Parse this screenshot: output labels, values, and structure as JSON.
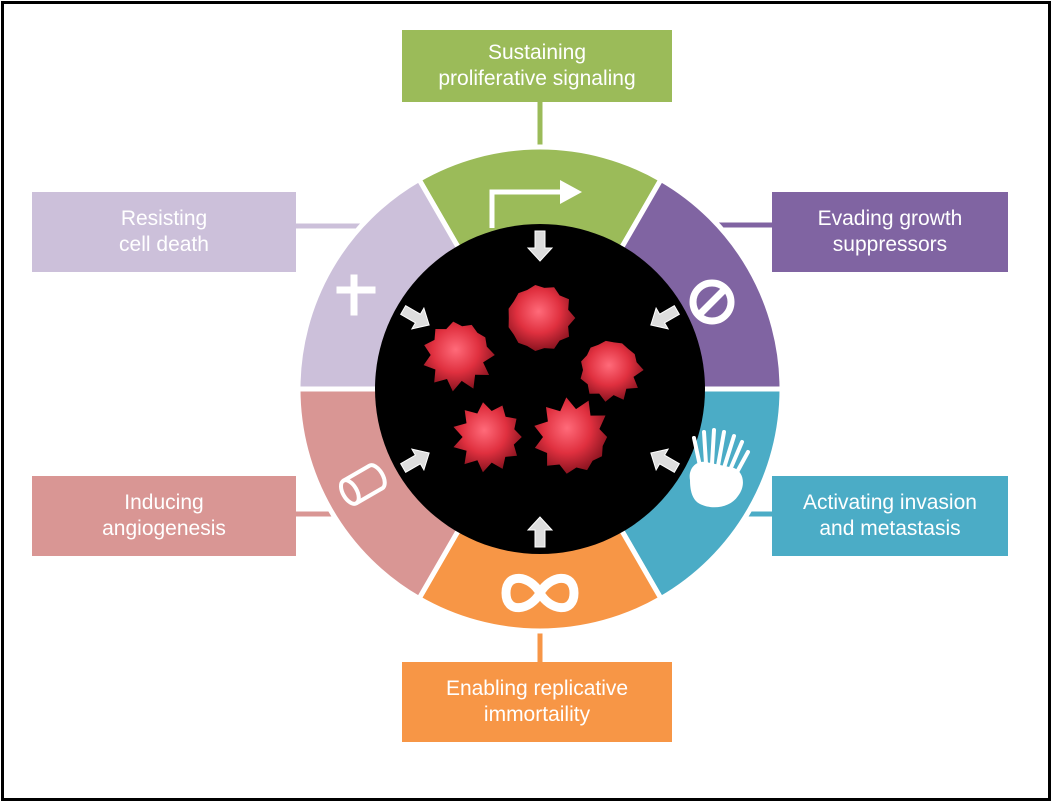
{
  "diagram": {
    "center_image": "cancer-cells",
    "hallmarks": [
      {
        "id": "proliferative",
        "label": "Sustaining\nproliferative signaling",
        "color": "#9bbb59",
        "icon": "arrow-icon"
      },
      {
        "id": "growth-suppressors",
        "label": "Evading growth\nsuppressors",
        "color": "#8064a2",
        "icon": "prohibition-icon"
      },
      {
        "id": "invasion",
        "label": "Activating invasion\nand metastasis",
        "color": "#4bacc6",
        "icon": "hand-icon"
      },
      {
        "id": "immortality",
        "label": "Enabling replicative\nimmortaility",
        "color": "#f79646",
        "icon": "infinity-icon"
      },
      {
        "id": "angiogenesis",
        "label": "Inducing\nangiogenesis",
        "color": "#d99694",
        "icon": "vessel-icon"
      },
      {
        "id": "cell-death",
        "label": "Resisting\ncell death",
        "color": "#ccc0da",
        "icon": "cross-icon"
      }
    ]
  }
}
